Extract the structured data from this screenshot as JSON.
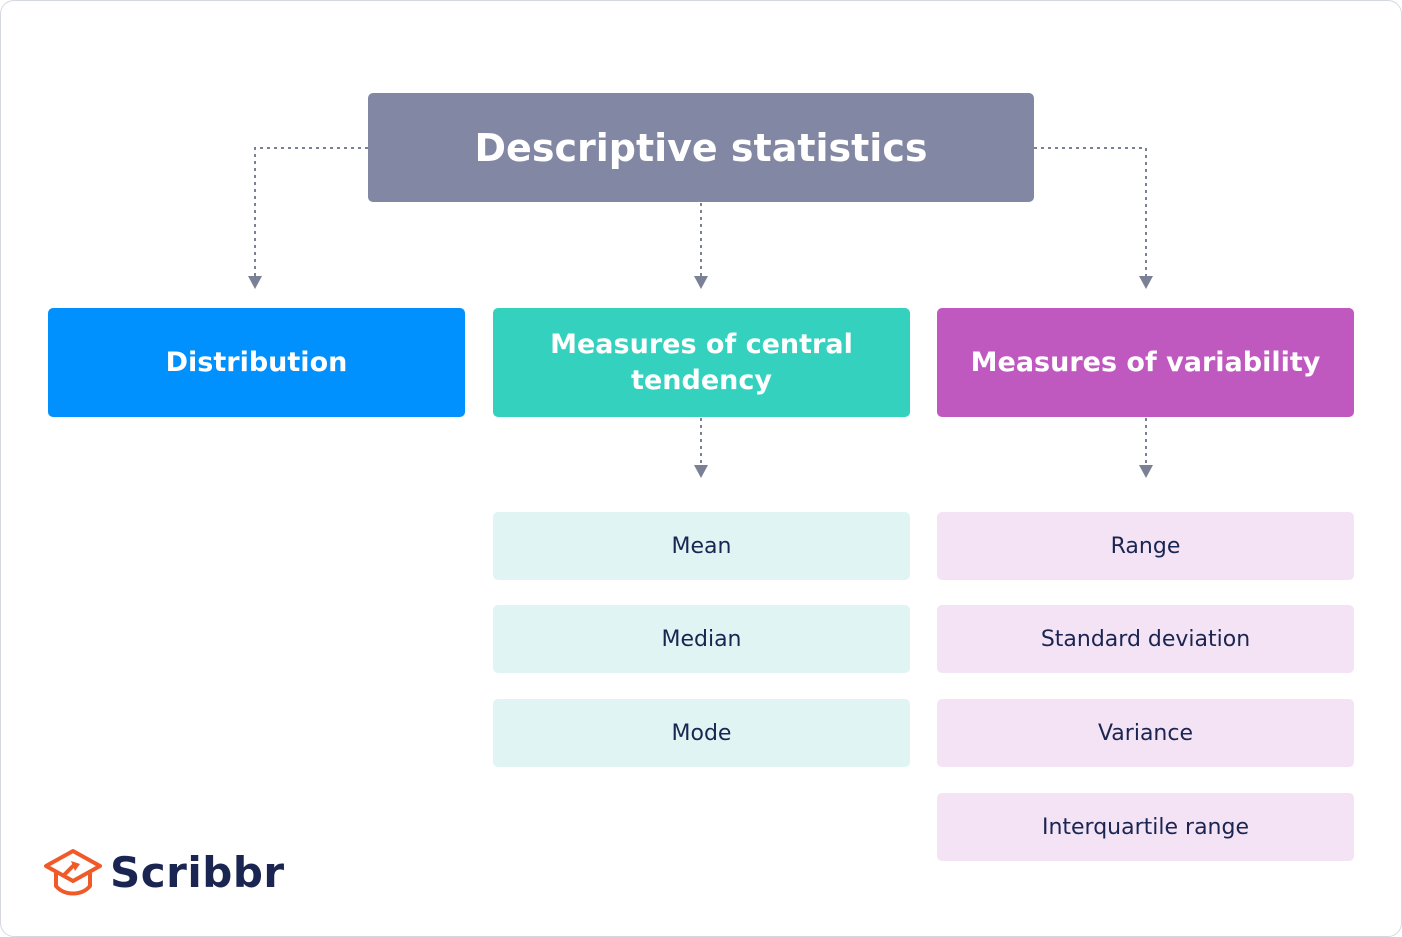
{
  "root": {
    "label": "Descriptive statistics"
  },
  "categories": [
    {
      "label": "Distribution",
      "color": "#0091ff"
    },
    {
      "label": "Measures of central tendency",
      "color": "#34d1bf"
    },
    {
      "label": "Measures of variability",
      "color": "#bf59c0"
    }
  ],
  "central_items": [
    "Mean",
    "Median",
    "Mode"
  ],
  "variability_items": [
    "Range",
    "Standard deviation",
    "Variance",
    "Interquartile range"
  ],
  "logo": {
    "brand": "Scribbr",
    "color": "#f05a28"
  },
  "colors": {
    "root": "#8288a3",
    "connector": "#7a8096",
    "text_dark": "#1b2552"
  }
}
